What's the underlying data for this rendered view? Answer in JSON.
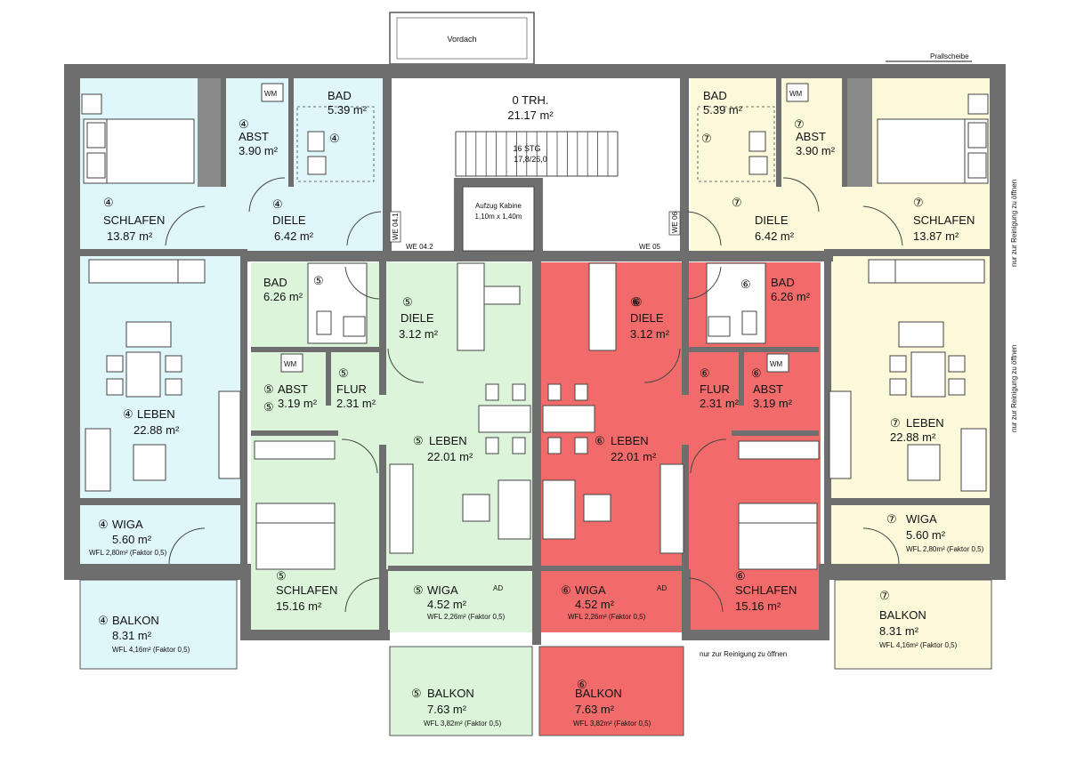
{
  "colors": {
    "unit4": "#dff6fb",
    "unit5": "#dcf5da",
    "unit6": "#f26b6b",
    "unit7": "#fbf9da",
    "wall": "#6e6e6e",
    "line": "#444444"
  },
  "top": {
    "vordach": "Vordach",
    "prallscheibe": "Prallscheibe"
  },
  "stair": {
    "name": "0 TRH.",
    "area": "21.17 m²",
    "steps": "16 STG",
    "steps_dim": "17,8/26,0",
    "elevator": "Aufzug Kabine",
    "elevator_dim": "1,10m x 1,40m",
    "door_labels": [
      "WE 04.1",
      "WE 04.2",
      "WE 05",
      "WE 06"
    ]
  },
  "rooms": {
    "u4": [
      {
        "num": "④",
        "name": "SCHLAFEN",
        "area": "13.87 m²"
      },
      {
        "num": "④",
        "name": "ABST",
        "area": "3.90 m²"
      },
      {
        "num": "",
        "name": "BAD",
        "area": "5.39 m²"
      },
      {
        "num": "④",
        "name": "DIELE",
        "area": "6.42 m²"
      },
      {
        "num": "④",
        "name": "LEBEN",
        "area": "22.88 m²"
      },
      {
        "num": "④",
        "name": "WIGA",
        "area": "5.60 m²",
        "note": "WFL 2,80m² (Faktor 0,5)"
      },
      {
        "num": "④",
        "name": "BALKON",
        "area": "8.31 m²",
        "note": "WFL 4,16m² (Faktor 0,5)"
      }
    ],
    "u5": [
      {
        "num": "",
        "name": "BAD",
        "area": "6.26 m²"
      },
      {
        "num": "⑤",
        "name": "DIELE",
        "area": "3.12 m²"
      },
      {
        "num": "⑤",
        "name": "ABST",
        "area": "3.19 m²"
      },
      {
        "num": "",
        "name": "FLUR",
        "area": "2.31 m²"
      },
      {
        "num": "⑤",
        "name": "LEBEN",
        "area": "22.01 m²"
      },
      {
        "num": "⑤",
        "name": "SCHLAFEN",
        "area": "15.16 m²"
      },
      {
        "num": "⑤",
        "name": "WIGA",
        "area": "4.52 m²",
        "note": "WFL 2,26m² (Faktor 0,5)"
      },
      {
        "num": "⑤",
        "name": "BALKON",
        "area": "7.63 m²",
        "note": "WFL 3,82m² (Faktor 0,5)"
      }
    ],
    "u6": [
      {
        "num": "⑥",
        "name": "DIELE",
        "area": "3.12 m²"
      },
      {
        "num": "",
        "name": "BAD",
        "area": "6.26 m²"
      },
      {
        "num": "",
        "name": "FLUR",
        "area": "2.31 m²"
      },
      {
        "num": "",
        "name": "ABST",
        "area": "3.19 m²"
      },
      {
        "num": "⑥",
        "name": "LEBEN",
        "area": "22.01 m²"
      },
      {
        "num": "",
        "name": "SCHLAFEN",
        "area": "15.16 m²"
      },
      {
        "num": "⑥",
        "name": "WIGA",
        "area": "4.52 m²",
        "note": "WFL 2,26m² (Faktor 0,5)"
      },
      {
        "num": "",
        "name": "BALKON",
        "area": "7.63 m²",
        "note": "WFL 3,82m² (Faktor 0,5)"
      }
    ],
    "u7": [
      {
        "num": "",
        "name": "BAD",
        "area": "5.39 m²"
      },
      {
        "num": "",
        "name": "ABST",
        "area": "3.90 m²"
      },
      {
        "num": "",
        "name": "DIELE",
        "area": "6.42 m²"
      },
      {
        "num": "",
        "name": "SCHLAFEN",
        "area": "13.87 m²"
      },
      {
        "num": "⑦",
        "name": "LEBEN",
        "area": "22.88 m²"
      },
      {
        "num": "",
        "name": "WIGA",
        "area": "5.60 m²",
        "note": "WFL 2,80m² (Faktor 0,5)"
      },
      {
        "num": "",
        "name": "BALKON",
        "area": "8.31 m²",
        "note": "WFL 4,16m² (Faktor 0,5)"
      }
    ]
  },
  "markers": {
    "u4": [
      "④",
      "④"
    ],
    "u5": [
      "⑤",
      "⑤",
      "⑤"
    ],
    "u6": [
      "⑥",
      "⑥",
      "⑥",
      "⑥",
      "⑥",
      "⑥"
    ],
    "u7": [
      "⑦",
      "⑦",
      "⑦",
      "⑦",
      "⑦",
      "⑦"
    ]
  },
  "labels": {
    "wm": "WM",
    "ad": "AD",
    "cleaning": "nur zur Reinigung zu öffnen"
  }
}
